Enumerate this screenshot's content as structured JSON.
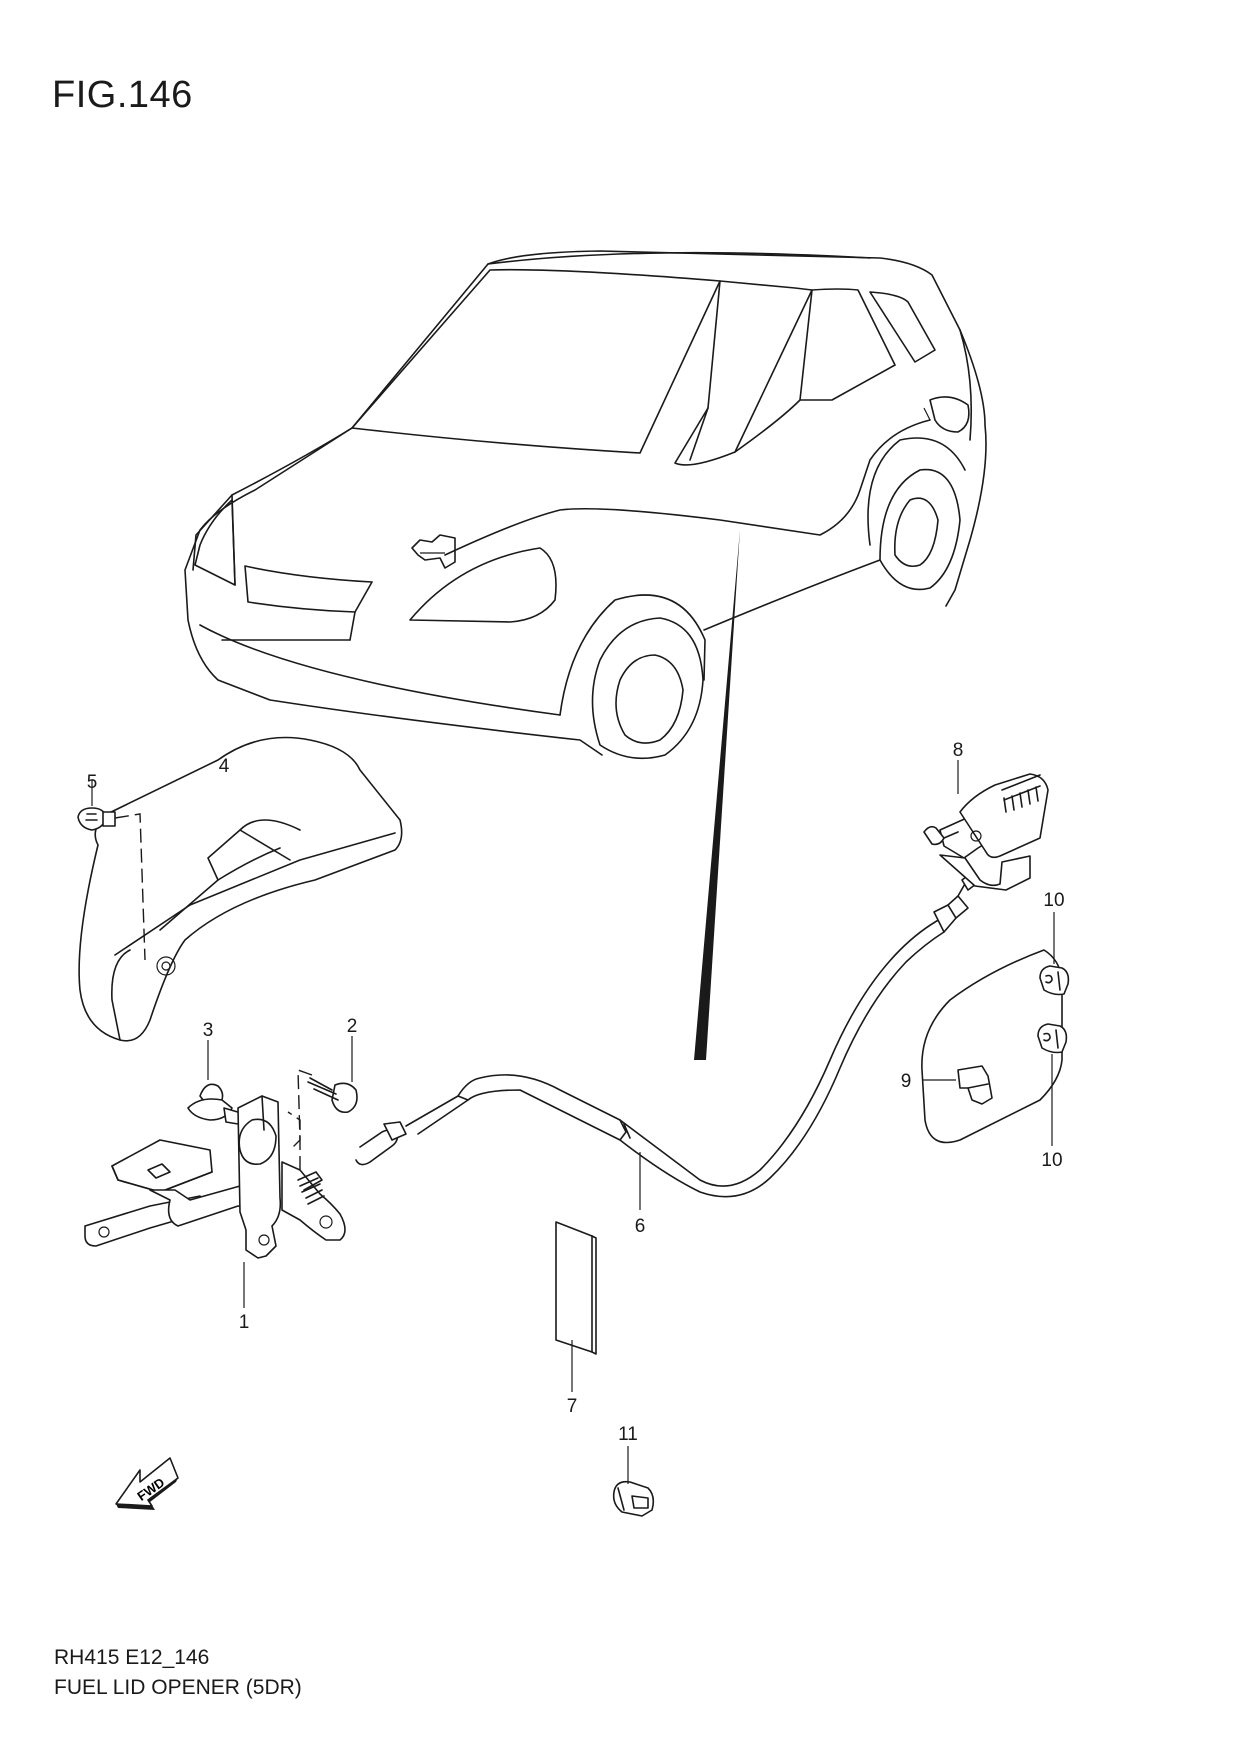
{
  "figure": {
    "title": "FIG.146",
    "footer_code": "RH415 E12_146",
    "footer_name": "FUEL LID OPENER (5DR)"
  },
  "callouts": {
    "p1": "1",
    "p2": "2",
    "p3": "3",
    "p4": "4",
    "p5": "5",
    "p6": "6",
    "p7": "7",
    "p8": "8",
    "p9": "9",
    "p10a": "10",
    "p10b": "10",
    "p11": "11"
  },
  "direction_arrow": {
    "label": "FWD"
  },
  "colors": {
    "ink": "#1a1a1a",
    "paper": "#ffffff"
  }
}
